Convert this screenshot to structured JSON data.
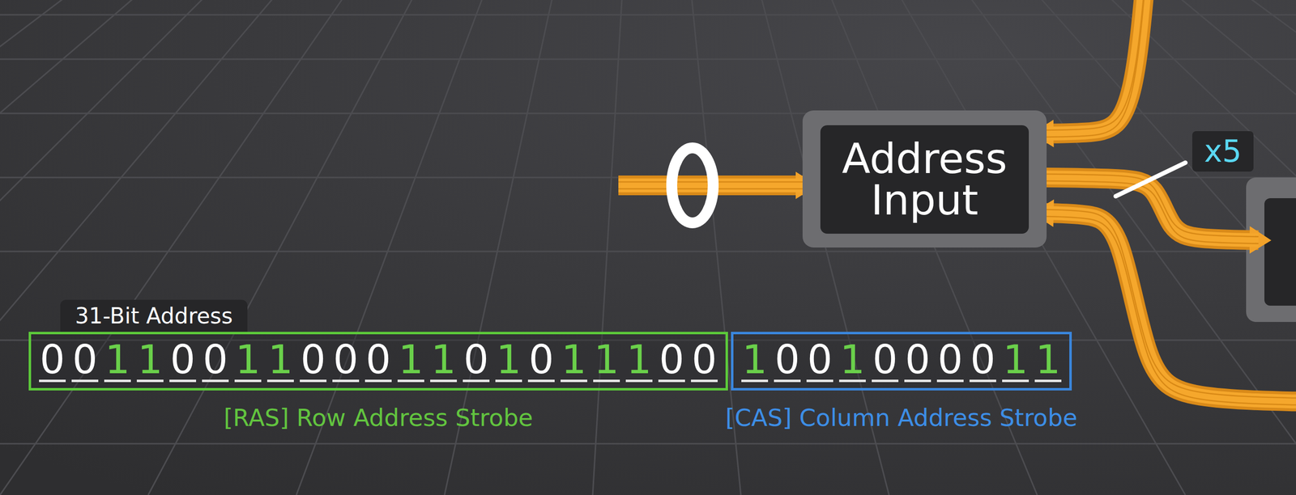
{
  "diagram": {
    "nodes": [
      {
        "text": [
          "Address Input"
        ]
      },
      {
        "text": [
          "x5"
        ]
      },
      {
        "text": [
          "31-Bit Address"
        ]
      },
      {
        "text": [
          "0",
          "0",
          "1",
          "1",
          "0",
          "0",
          "1",
          "1",
          "0",
          "0",
          "0",
          "1",
          "1",
          "0",
          "1",
          "0",
          "1",
          "1",
          "1",
          "0",
          "0"
        ]
      },
      {
        "text": [
          "1",
          "0",
          "0",
          "1",
          "0",
          "0",
          "0",
          "0",
          "1",
          "1"
        ]
      }
    ],
    "labels": [
      "[RAS] Row Address Strobe",
      "[CAS] Column Address Strobe"
    ]
  }
}
